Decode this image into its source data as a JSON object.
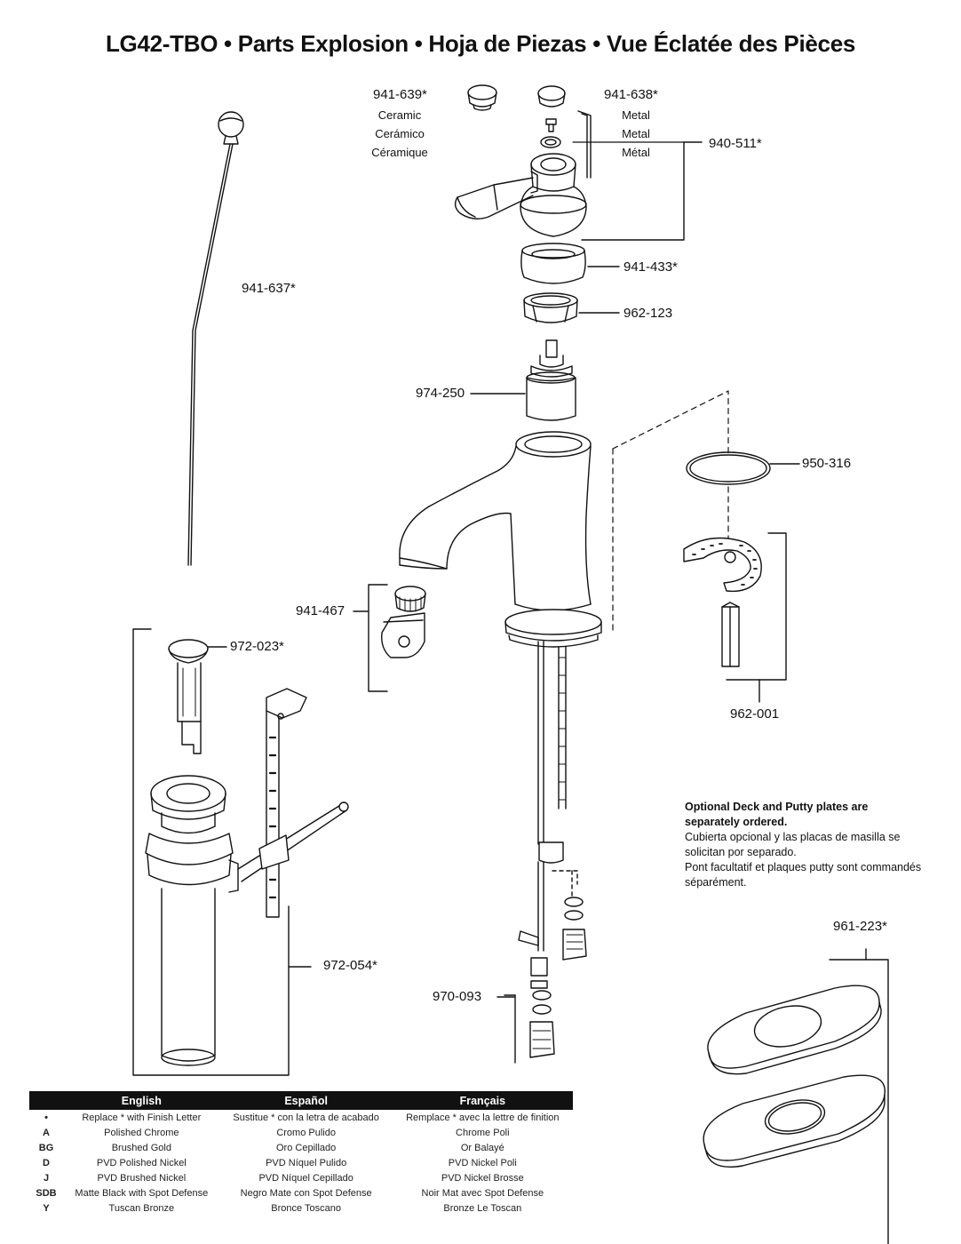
{
  "title": "LG42-TBO • Parts Explosion • Hoja de Piezas • Vue Éclatée des Pièces",
  "parts": {
    "p941_639": "941-639*",
    "p941_639_material": [
      "Ceramic",
      "Cerámico",
      "Céramique"
    ],
    "p941_638": "941-638*",
    "p941_638_material": [
      "Metal",
      "Metal",
      "Métal"
    ],
    "p940_511": "940-511*",
    "p941_433": "941-433*",
    "p962_123": "962-123",
    "p941_637": "941-637*",
    "p974_250": "974-250",
    "p950_316": "950-316",
    "p941_467": "941-467",
    "p972_023": "972-023*",
    "p962_001": "962-001",
    "p972_054": "972-054*",
    "p970_093": "970-093",
    "p961_223": "961-223*"
  },
  "note": {
    "en": "Optional Deck and Putty plates are separately ordered.",
    "es": "Cubierta opcional y las placas de masilla se solicitan por separado.",
    "fr": "Pont facultatif et plaques putty sont commandés séparément."
  },
  "finish_table": {
    "headers": [
      "",
      "English",
      "Español",
      "Français"
    ],
    "rows": [
      [
        "•",
        "Replace * with Finish Letter",
        "Sustitue * con la letra de acabado",
        "Remplace * avec la lettre de finition"
      ],
      [
        "A",
        "Polished Chrome",
        "Cromo Pulido",
        "Chrome Poli"
      ],
      [
        "BG",
        "Brushed Gold",
        "Oro Cepillado",
        "Or Balayé"
      ],
      [
        "D",
        "PVD Polished Nickel",
        "PVD Níquel Pulido",
        "PVD Nickel Poli"
      ],
      [
        "J",
        "PVD Brushed Nickel",
        "PVD Níquel Cepillado",
        "PVD Nickel Brosse"
      ],
      [
        "SDB",
        "Matte Black with Spot Defense",
        "Negro Mate con Spot Defense",
        "Noir Mat avec Spot Defense"
      ],
      [
        "Y",
        "Tuscan Bronze",
        "Bronce Toscano",
        "Bronze Le Toscan"
      ]
    ]
  }
}
